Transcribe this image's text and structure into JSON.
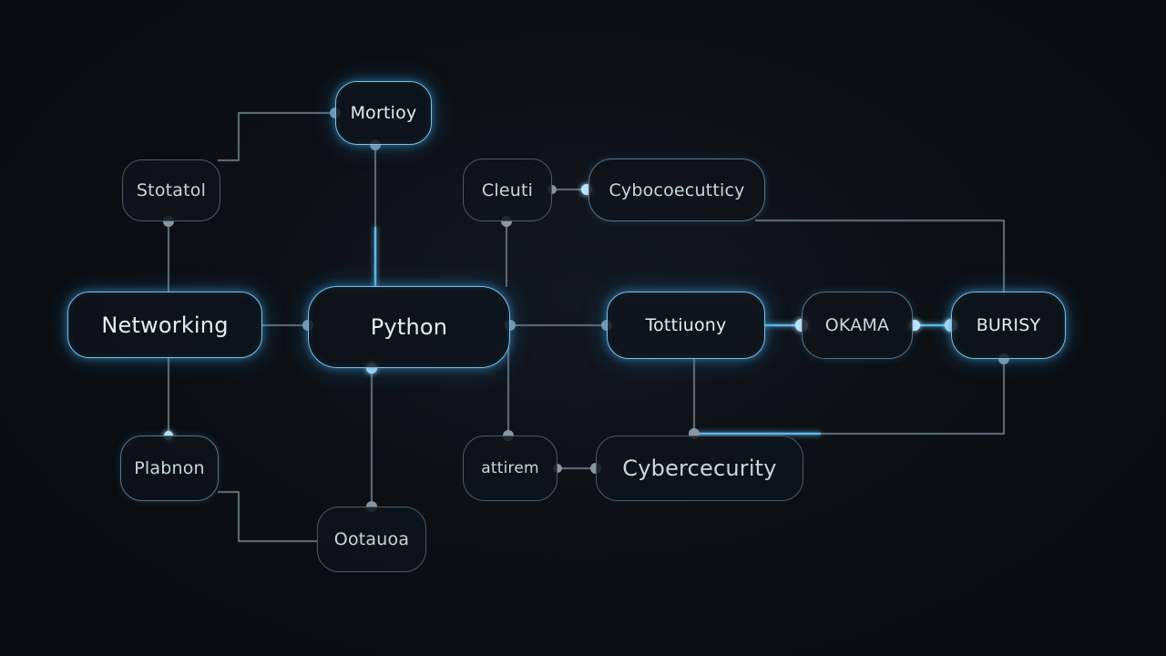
{
  "nodes": {
    "memory": "Mortioy",
    "storage": "Stotatol",
    "client": "Cleuti",
    "cyber_top": "Cybocoecutticy",
    "networking": "Networking",
    "python": "Python",
    "taxonomy": "Tottiuony",
    "okama": "OKAMA",
    "burst": "BURISY",
    "platform": "Plabnon",
    "database": "Ootauoa",
    "attrem": "attirem",
    "cybersecurity": "Cybercecurity"
  },
  "colors": {
    "background": "#0b0e12",
    "wire": "#5a6670",
    "wire_glow": "#5fb8e8",
    "dot": "#8a97a2",
    "dot_glow": "#bfe6ff",
    "node_border": "#4d5a66",
    "node_border_glow": "#7fc0e0",
    "text": "#c9d6e0"
  }
}
